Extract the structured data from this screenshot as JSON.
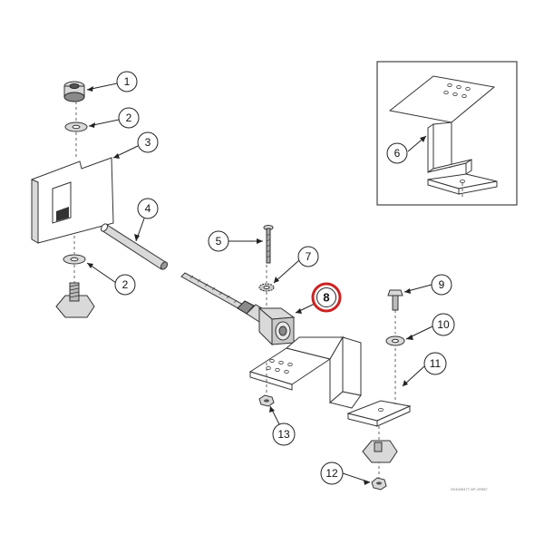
{
  "callouts": [
    {
      "id": "1",
      "label": "1",
      "highlighted": false
    },
    {
      "id": "2a",
      "label": "2",
      "highlighted": false
    },
    {
      "id": "3",
      "label": "3",
      "highlighted": false
    },
    {
      "id": "4",
      "label": "4",
      "highlighted": false
    },
    {
      "id": "2b",
      "label": "2",
      "highlighted": false
    },
    {
      "id": "5",
      "label": "5",
      "highlighted": false
    },
    {
      "id": "7",
      "label": "7",
      "highlighted": false
    },
    {
      "id": "8",
      "label": "8",
      "highlighted": true
    },
    {
      "id": "6",
      "label": "6",
      "highlighted": false
    },
    {
      "id": "9",
      "label": "9",
      "highlighted": false
    },
    {
      "id": "10",
      "label": "10",
      "highlighted": false
    },
    {
      "id": "11",
      "label": "11",
      "highlighted": false
    },
    {
      "id": "13",
      "label": "13",
      "highlighted": false
    },
    {
      "id": "12",
      "label": "12",
      "highlighted": false
    }
  ],
  "colors": {
    "highlight_ring": "#cc2222",
    "line": "#333333"
  },
  "reference_code": "G01000477-AP-1R987"
}
